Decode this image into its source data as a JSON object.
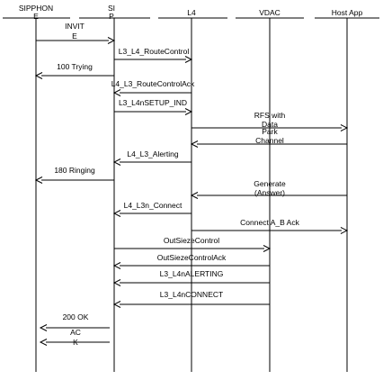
{
  "lanes": [
    {
      "id": "sipphone",
      "label_lines": [
        "SIPPHON",
        "E"
      ]
    },
    {
      "id": "sip",
      "label_lines": [
        "SI",
        "P"
      ]
    },
    {
      "id": "l4",
      "label_lines": [
        "L4"
      ]
    },
    {
      "id": "vdac",
      "label_lines": [
        "VDAC"
      ]
    },
    {
      "id": "hostapp",
      "label_lines": [
        "Host App"
      ]
    }
  ],
  "messages": [
    {
      "from": "sipphone",
      "to": "sip",
      "label_lines": [
        "INVIT",
        "E"
      ]
    },
    {
      "from": "sip",
      "to": "l4",
      "label_lines": [
        "L3_L4_RouteControl"
      ]
    },
    {
      "from": "sip",
      "to": "sipphone",
      "label_lines": [
        "100 Trying"
      ]
    },
    {
      "from": "l4",
      "to": "sip",
      "label_lines": [
        "L4_L3_RouteControlAck"
      ]
    },
    {
      "from": "sip",
      "to": "l4",
      "label_lines": [
        "L3_L4nSETUP_IND"
      ]
    },
    {
      "from": "l4",
      "to": "hostapp",
      "label_lines": [
        "RFS with",
        "Data"
      ]
    },
    {
      "from": "hostapp",
      "to": "l4",
      "label_lines": [
        "Park",
        "Channel"
      ]
    },
    {
      "from": "l4",
      "to": "sip",
      "label_lines": [
        "L4_L3_Alerting"
      ]
    },
    {
      "from": "sip",
      "to": "sipphone",
      "label_lines": [
        "180 Ringing"
      ]
    },
    {
      "from": "hostapp",
      "to": "l4",
      "label_lines": [
        "Generate",
        "(Answer)"
      ]
    },
    {
      "from": "l4",
      "to": "sip",
      "label_lines": [
        "L4_L3n_Connect"
      ]
    },
    {
      "from": "l4",
      "to": "hostapp",
      "label_lines": [
        "Connect A_B Ack"
      ]
    },
    {
      "from": "sip",
      "to": "vdac",
      "label_lines": [
        "OutSiezeControl"
      ]
    },
    {
      "from": "vdac",
      "to": "sip",
      "label_lines": [
        "OutSiezeControlAck"
      ]
    },
    {
      "from": "vdac",
      "to": "sip",
      "label_lines": [
        "L3_L4nALERTING"
      ]
    },
    {
      "from": "vdac",
      "to": "sip",
      "label_lines": [
        "L3_L4nCONNECT"
      ]
    },
    {
      "from": "sip",
      "to": "sipphone",
      "label_lines": [
        "200 OK"
      ]
    },
    {
      "from": "sip",
      "to": "sipphone",
      "label_lines": [
        "AC",
        "K"
      ]
    }
  ]
}
